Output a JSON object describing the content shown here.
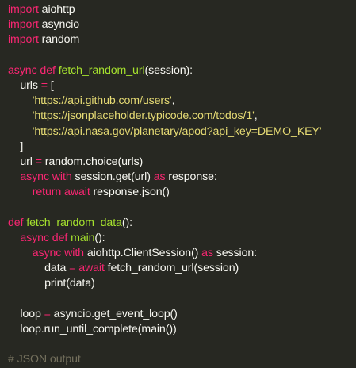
{
  "lines": [
    {
      "indent": "",
      "tokens": [
        {
          "t": "kw",
          "v": "import"
        },
        {
          "t": "pl",
          "v": " aiohttp"
        }
      ]
    },
    {
      "indent": "",
      "tokens": [
        {
          "t": "kw",
          "v": "import"
        },
        {
          "t": "pl",
          "v": " asyncio"
        }
      ]
    },
    {
      "indent": "",
      "tokens": [
        {
          "t": "kw",
          "v": "import"
        },
        {
          "t": "pl",
          "v": " random"
        }
      ]
    },
    {
      "indent": "",
      "tokens": []
    },
    {
      "indent": "",
      "tokens": [
        {
          "t": "kw",
          "v": "async"
        },
        {
          "t": "pl",
          "v": " "
        },
        {
          "t": "kw",
          "v": "def"
        },
        {
          "t": "pl",
          "v": " "
        },
        {
          "t": "fn",
          "v": "fetch_random_url"
        },
        {
          "t": "pl",
          "v": "(session):"
        }
      ]
    },
    {
      "indent": "    ",
      "tokens": [
        {
          "t": "pl",
          "v": "urls "
        },
        {
          "t": "kw",
          "v": "="
        },
        {
          "t": "pl",
          "v": " ["
        }
      ]
    },
    {
      "indent": "        ",
      "tokens": [
        {
          "t": "str",
          "v": "'https://api.github.com/users'"
        },
        {
          "t": "pl",
          "v": ","
        }
      ]
    },
    {
      "indent": "        ",
      "tokens": [
        {
          "t": "str",
          "v": "'https://jsonplaceholder.typicode.com/todos/1'"
        },
        {
          "t": "pl",
          "v": ","
        }
      ]
    },
    {
      "indent": "        ",
      "tokens": [
        {
          "t": "str",
          "v": "'https://api.nasa.gov/planetary/apod?api_key=DEMO_KEY'"
        }
      ]
    },
    {
      "indent": "    ",
      "tokens": [
        {
          "t": "pl",
          "v": "]"
        }
      ]
    },
    {
      "indent": "    ",
      "tokens": [
        {
          "t": "pl",
          "v": "url "
        },
        {
          "t": "kw",
          "v": "="
        },
        {
          "t": "pl",
          "v": " random.choice(urls)"
        }
      ]
    },
    {
      "indent": "    ",
      "tokens": [
        {
          "t": "kw",
          "v": "async"
        },
        {
          "t": "pl",
          "v": " "
        },
        {
          "t": "kw",
          "v": "with"
        },
        {
          "t": "pl",
          "v": " session.get(url) "
        },
        {
          "t": "kw",
          "v": "as"
        },
        {
          "t": "pl",
          "v": " response:"
        }
      ]
    },
    {
      "indent": "        ",
      "tokens": [
        {
          "t": "kw",
          "v": "return"
        },
        {
          "t": "pl",
          "v": " "
        },
        {
          "t": "kw",
          "v": "await"
        },
        {
          "t": "pl",
          "v": " response.json()"
        }
      ]
    },
    {
      "indent": "",
      "tokens": []
    },
    {
      "indent": "",
      "tokens": [
        {
          "t": "kw",
          "v": "def"
        },
        {
          "t": "pl",
          "v": " "
        },
        {
          "t": "fn",
          "v": "fetch_random_data"
        },
        {
          "t": "pl",
          "v": "():"
        }
      ]
    },
    {
      "indent": "    ",
      "tokens": [
        {
          "t": "kw",
          "v": "async"
        },
        {
          "t": "pl",
          "v": " "
        },
        {
          "t": "kw",
          "v": "def"
        },
        {
          "t": "pl",
          "v": " "
        },
        {
          "t": "fn",
          "v": "main"
        },
        {
          "t": "pl",
          "v": "():"
        }
      ]
    },
    {
      "indent": "        ",
      "tokens": [
        {
          "t": "kw",
          "v": "async"
        },
        {
          "t": "pl",
          "v": " "
        },
        {
          "t": "kw",
          "v": "with"
        },
        {
          "t": "pl",
          "v": " aiohttp.ClientSession() "
        },
        {
          "t": "kw",
          "v": "as"
        },
        {
          "t": "pl",
          "v": " session:"
        }
      ]
    },
    {
      "indent": "            ",
      "tokens": [
        {
          "t": "pl",
          "v": "data "
        },
        {
          "t": "kw",
          "v": "="
        },
        {
          "t": "pl",
          "v": " "
        },
        {
          "t": "kw",
          "v": "await"
        },
        {
          "t": "pl",
          "v": " fetch_random_url(session)"
        }
      ]
    },
    {
      "indent": "            ",
      "tokens": [
        {
          "t": "pl",
          "v": "print(data)"
        }
      ]
    },
    {
      "indent": "",
      "tokens": []
    },
    {
      "indent": "    ",
      "tokens": [
        {
          "t": "pl",
          "v": "loop "
        },
        {
          "t": "kw",
          "v": "="
        },
        {
          "t": "pl",
          "v": " asyncio.get_event_loop()"
        }
      ]
    },
    {
      "indent": "    ",
      "tokens": [
        {
          "t": "pl",
          "v": "loop.run_until_complete(main())"
        }
      ]
    },
    {
      "indent": "",
      "tokens": []
    },
    {
      "indent": "",
      "tokens": [
        {
          "t": "cm",
          "v": "# JSON output"
        }
      ]
    }
  ],
  "colors": {
    "background": "#272822",
    "keyword": "#f92672",
    "function": "#a6e22e",
    "string": "#e6db74",
    "plain": "#f8f8f2",
    "comment": "#75715e"
  }
}
